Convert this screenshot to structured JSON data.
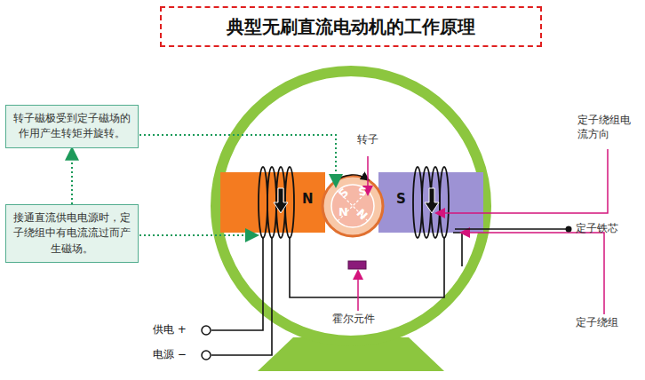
{
  "diagram": {
    "title": "典型无刷直流电动机的工作原理",
    "nodes": [
      {
        "text": [
          "转子磁极受到定子磁场的作用产生转矩并旋转。"
        ]
      },
      {
        "text": [
          "接通直流供电电源时，定子绕组中有电流流过而产生磁场。"
        ]
      }
    ],
    "edges": [
      {
        "from": 1,
        "to": 0,
        "arrow": "to"
      }
    ],
    "labels": [
      "转子",
      "定子绕组电流方向",
      "定子铁芯",
      "定子绕组",
      "霍尔元件",
      "供电 +",
      "电源 −",
      "N",
      "S",
      "S",
      "S",
      "N",
      "N"
    ]
  }
}
